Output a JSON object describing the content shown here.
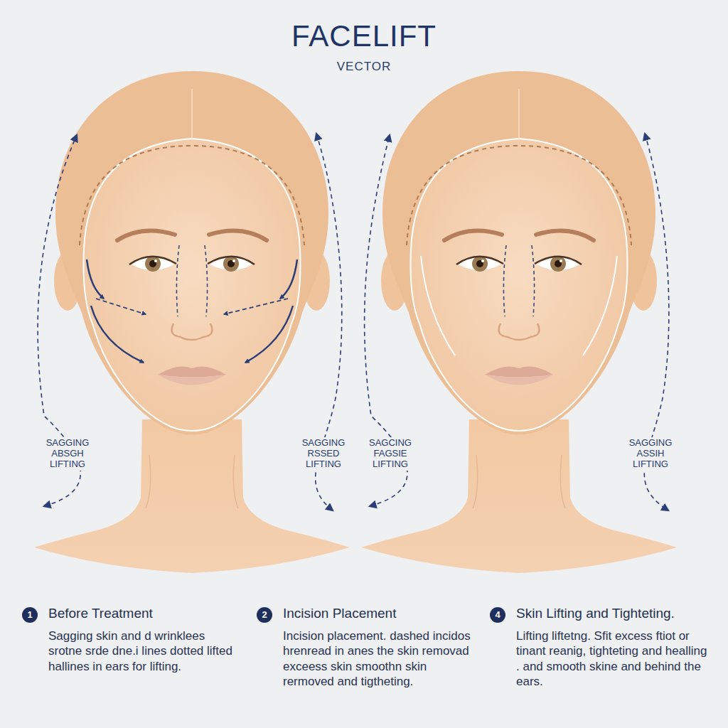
{
  "diagram": {
    "title": "FACELIFT",
    "labels": [
      "VECTOR",
      "SAGGING ABSGH LIFTING",
      "SAGGING RSSED LIFTING",
      "SAGCING FAGSIE LIFTING",
      "SAGGING ASSIH LIFTING",
      "1",
      "Before Treatment",
      "Sagging skin and d wrinklees srotne srde dne.i lines dotted lifted hallines in ears for lifting.",
      "2",
      "Incision Placement",
      "Incision placement. dashed incidos hrenread in anes the skin removad exceess skin smoothn skin rermoved and tigtheting.",
      "4",
      "Skin Lifting and Tighteting.",
      "Lifting liftetng. Sfit excess ftiot or tinant reanig, tighteting and healling . and smooth skine and behind the ears."
    ]
  }
}
